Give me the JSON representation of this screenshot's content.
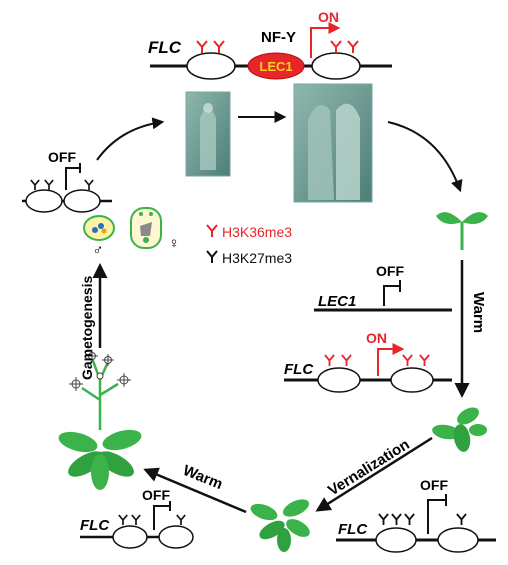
{
  "colors": {
    "red": "#e8262a",
    "black": "#111111",
    "green": "#3bb34a",
    "dark_green": "#1f7a2c",
    "yellow": "#f2d51c",
    "embryo_teal": "#6f9e96",
    "embryo_teal_dark": "#4e7e78"
  },
  "top": {
    "gene": "FLC",
    "factor": "NF-Y",
    "activator": "LEC1",
    "state": "ON"
  },
  "legend": {
    "h3k36": "H3K36me3",
    "h3k27": "H3K27me3"
  },
  "left_gene": {
    "state": "OFF"
  },
  "gametes": {
    "male": "♂",
    "female": "♀"
  },
  "labels": {
    "gametogenesis": "Gametogenesis",
    "warm_right": "Warm",
    "warm_bottom": "Warm",
    "vernalization": "Vernalization"
  },
  "right_lec1": {
    "gene": "LEC1",
    "state": "OFF"
  },
  "right_flc": {
    "gene": "FLC",
    "state": "ON"
  },
  "bottom_mid": {
    "gene": "FLC",
    "state": "OFF"
  },
  "bottom_left": {
    "gene": "FLC",
    "state": "OFF"
  },
  "icons": [
    "h3k36-mark-icon",
    "h3k27-mark-icon",
    "embryo-image",
    "seedling-icon",
    "rosette-plant-icon",
    "flowering-plant-icon",
    "pollen-icon",
    "ovule-icon"
  ]
}
